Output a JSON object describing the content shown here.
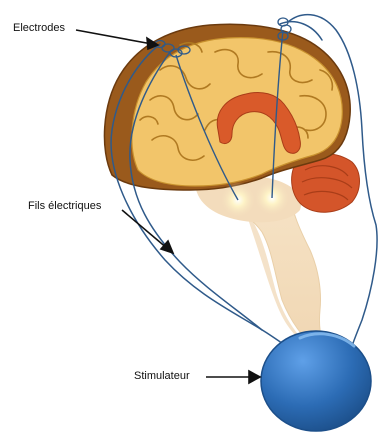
{
  "labels": {
    "electrodes": "Electrodes",
    "wires": "Fils électriques",
    "stimulator": "Stimulateur"
  },
  "colors": {
    "cortex_outer": "#9a5a1c",
    "cortex_fill": "#f2c56a",
    "gyri_line": "#b07a22",
    "brainstem": "#f3dcbc",
    "deep_structure": "#d95a2a",
    "cerebellum": "#d4552a",
    "wire": "#2f5a8a",
    "stimulator": "#2c6cb5",
    "glow": "#fff6c8"
  },
  "icons": {
    "electrode": "coil-electrode-icon",
    "stimulator": "stimulator-device-icon"
  }
}
